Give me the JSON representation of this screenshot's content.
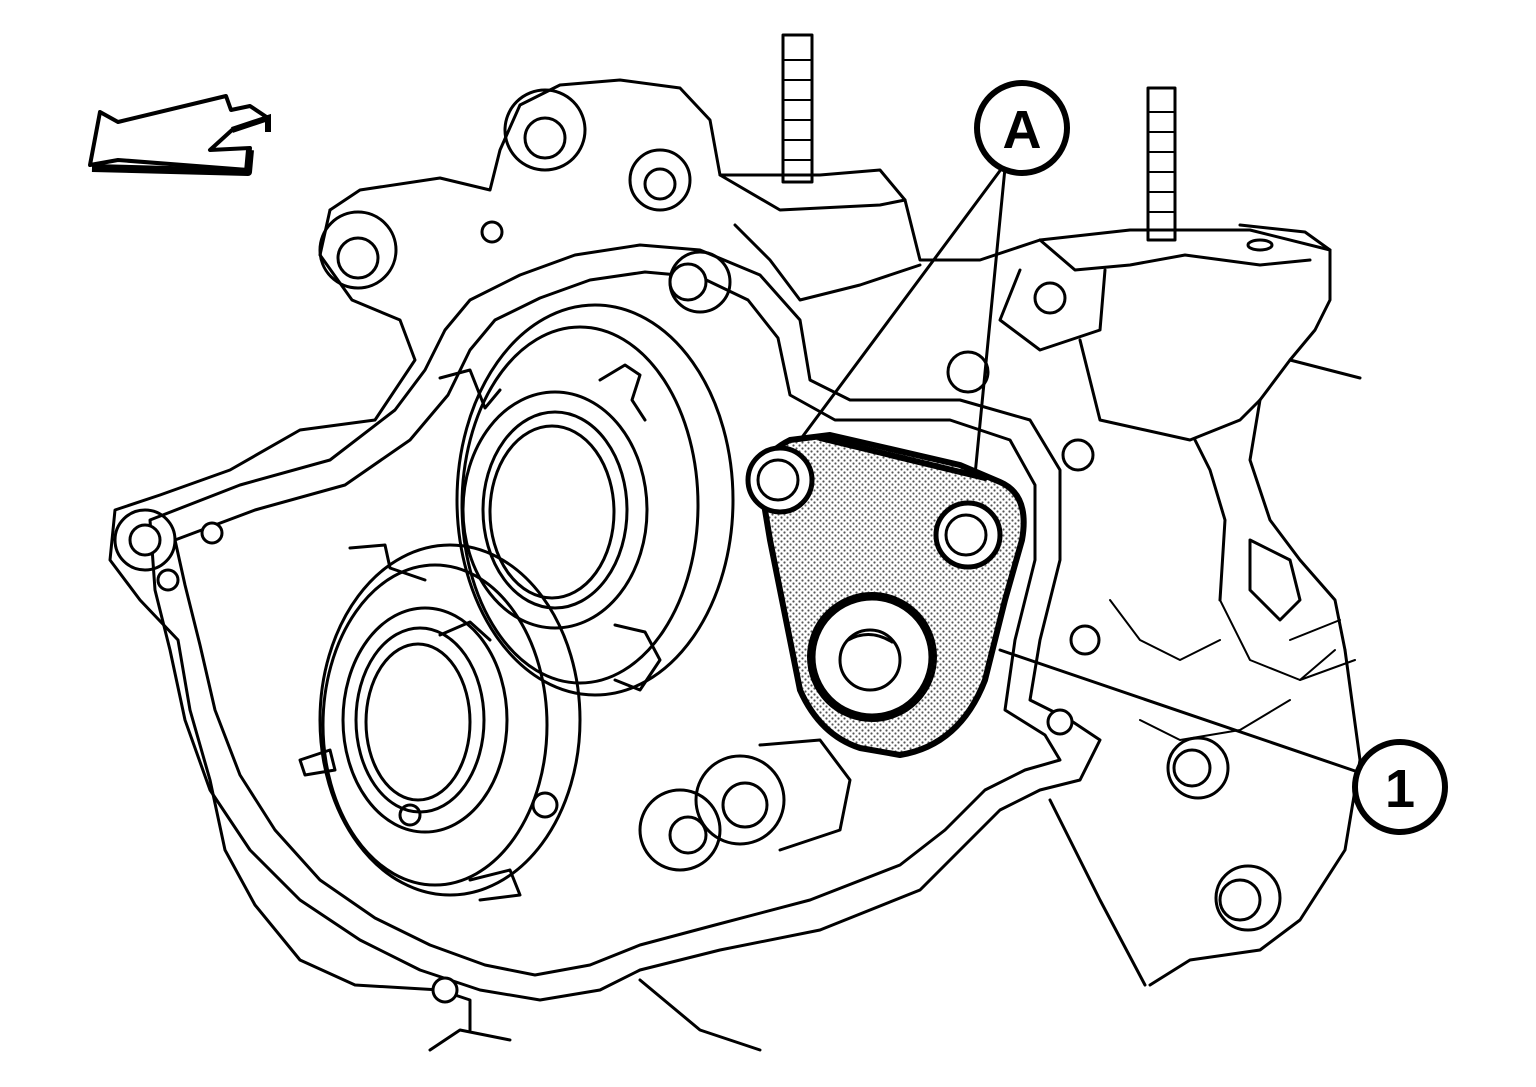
{
  "diagram": {
    "callouts": [
      {
        "id": "A",
        "label": "A"
      },
      {
        "id": "1",
        "label": "1"
      }
    ],
    "direction_arrow_icon": "front-direction-arrow-icon",
    "colors": {
      "line": "#000000",
      "background": "#ffffff",
      "gasket_stipple": "#9a9a9a"
    }
  }
}
